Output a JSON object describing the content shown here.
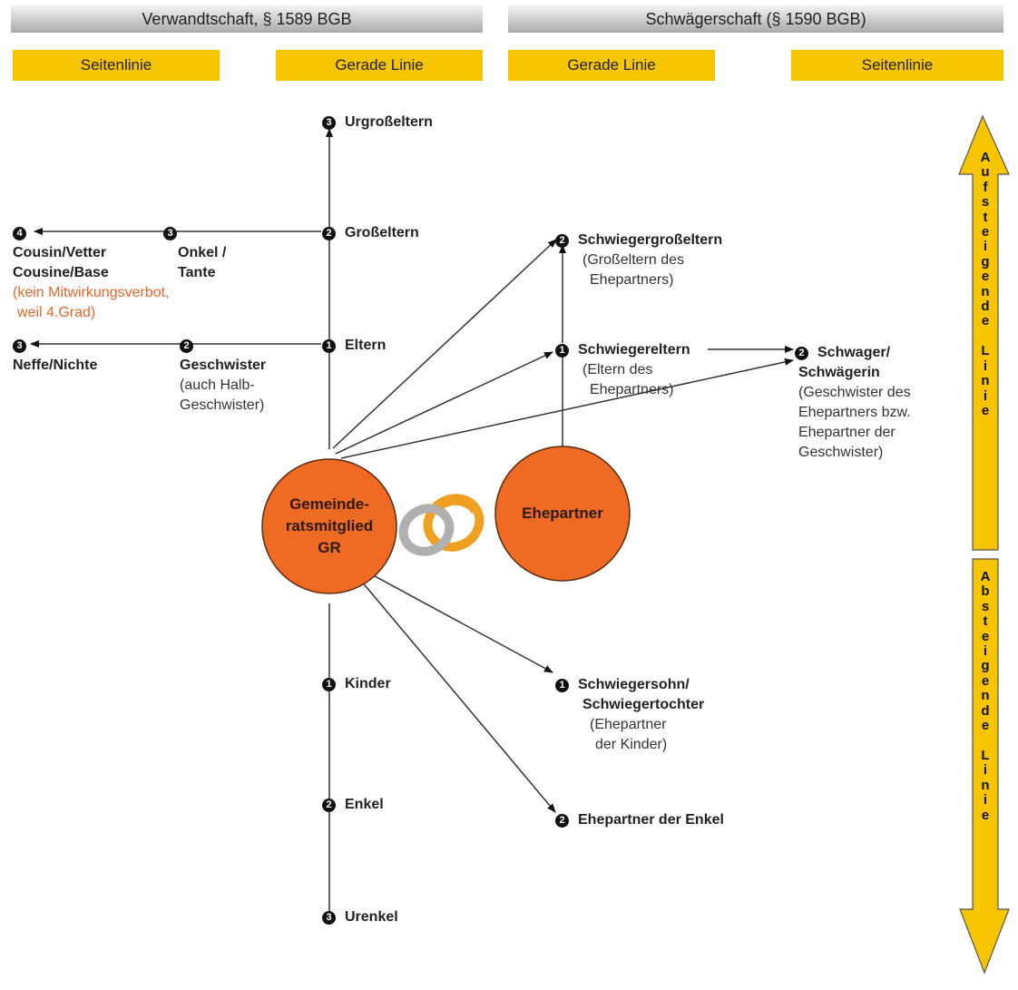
{
  "headers": {
    "verwandtschaft": "Verwandtschaft, § 1589 BGB",
    "schwaegerschaft": "Schwägerschaft (§ 1590 BGB)"
  },
  "columns": {
    "seitenlinie_left": "Seitenlinie",
    "gerade_left": "Gerade Linie",
    "gerade_right": "Gerade Linie",
    "seitenlinie_right": "Seitenlinie"
  },
  "nodes": {
    "urgrosseltern": {
      "degree": "3",
      "label": "Urgroßeltern"
    },
    "grosseltern": {
      "degree": "2",
      "label": "Großeltern"
    },
    "onkel_tante": {
      "degree": "3",
      "label": "Onkel /",
      "label2": "Tante"
    },
    "cousin": {
      "degree": "4",
      "label": "Cousin/Vetter",
      "label2": "Cousine/Base",
      "note": "(kein Mitwirkungsverbot,",
      "note2": "weil 4.Grad)"
    },
    "eltern": {
      "degree": "1",
      "label": "Eltern"
    },
    "geschwister": {
      "degree": "2",
      "label": "Geschwister",
      "sub": "(auch Halb-",
      "sub2": "Geschwister)"
    },
    "neffe_nichte": {
      "degree": "3",
      "label": "Neffe/Nichte"
    },
    "schwiegergrosseltern": {
      "degree": "2",
      "label": "Schwiegergroßeltern",
      "sub": "(Großeltern des",
      "sub2": "Ehepartners)"
    },
    "schwiegereltern": {
      "degree": "1",
      "label": "Schwiegereltern",
      "sub": "(Eltern des",
      "sub2": "Ehepartners)"
    },
    "schwager": {
      "degree": "2",
      "label": "Schwager/",
      "label2": "Schwägerin",
      "sub": "(Geschwister des",
      "sub2": "Ehepartners bzw.",
      "sub3": "Ehepartner der",
      "sub4": "Geschwister)"
    },
    "kinder": {
      "degree": "1",
      "label": "Kinder"
    },
    "enkel": {
      "degree": "2",
      "label": "Enkel"
    },
    "urenkel": {
      "degree": "3",
      "label": "Urenkel"
    },
    "schwiegersohn": {
      "degree": "1",
      "label": "Schwiegersohn/",
      "label2": "Schwiegertochter",
      "sub": "(Ehepartner",
      "sub2": "der Kinder)"
    },
    "ehepartner_enkel": {
      "degree": "2",
      "label": "Ehepartner der Enkel"
    }
  },
  "circles": {
    "gr_line1": "Gemeinde-",
    "gr_line2": "ratsmitglied",
    "gr_line3": "GR",
    "ehepartner": "Ehepartner"
  },
  "side_arrows": {
    "up": [
      "A",
      "u",
      "f",
      "s",
      "t",
      "e",
      "i",
      "g",
      "e",
      "n",
      "d",
      "e",
      "",
      "L",
      "i",
      "n",
      "i",
      "e"
    ],
    "down": [
      "A",
      "b",
      "s",
      "t",
      "e",
      "i",
      "g",
      "e",
      "n",
      "d",
      "e",
      "",
      "L",
      "i",
      "n",
      "i",
      "e"
    ]
  },
  "colors": {
    "circle_fill": "#ef6a22",
    "highlight_yellow": "#f7c400",
    "note_orange": "#e8662a",
    "ring_grey": "#b0b0b0",
    "ring_orange": "#f0a020"
  }
}
